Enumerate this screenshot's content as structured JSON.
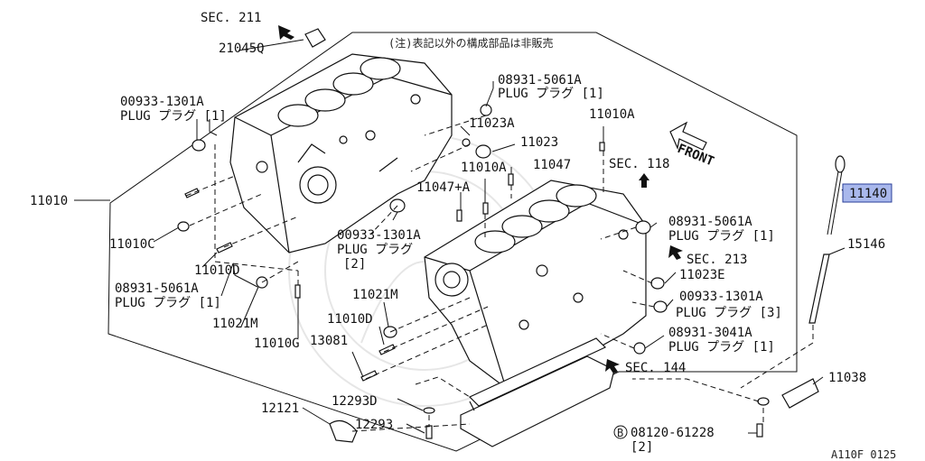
{
  "notice": "(注)表記以外の構成部品は非販売",
  "front_label": "FRONT",
  "figure_code": "A110F 0125",
  "callouts": {
    "sec211": "SEC. 211",
    "p21045q": "21045Q",
    "p00933_tl": "00933-1301A",
    "plug_tl": "PLUG プラグ [1]",
    "p11010": "11010",
    "p11010c": "11010C",
    "p11010d_l": "11010D",
    "p08931_l": "08931-5061A",
    "plug_l": "PLUG プラグ [1]",
    "p11021m_l": "11021M",
    "p11010g": "11010G",
    "p08931_top": "08931-5061A",
    "plug_top": "PLUG プラグ [1]",
    "p11023a": "11023A",
    "p11023": "11023",
    "p11010a_top": "11010A",
    "p11010a_mid": "11010A",
    "p11047": "11047",
    "p11047a": "11047+A",
    "sec118": "SEC. 118",
    "p00933_mid": "00933-1301A",
    "plug_mid": "PLUG プラグ",
    "qty_mid": "[2]",
    "p11021m_c": "11021M",
    "p11010d_c": "11010D",
    "p13081": "13081",
    "p08931_r": "08931-5061A",
    "plug_r": "PLUG プラグ [1]",
    "sec213": "SEC. 213",
    "p11023e": "11023E",
    "p00933_r": "00933-1301A",
    "plug_r2": "PLUG プラグ [3]",
    "p08931_3041": "08931-3041A",
    "plug_r3": "PLUG プラグ [1]",
    "sec144": "SEC. 144",
    "p11140": "11140",
    "p15146": "15146",
    "p11038": "11038",
    "p12121": "12121",
    "p12293d": "12293D",
    "p12293": "12293",
    "bolt_mark": "B",
    "p08120": "08120-61228",
    "qty_bolt": "[2]"
  }
}
